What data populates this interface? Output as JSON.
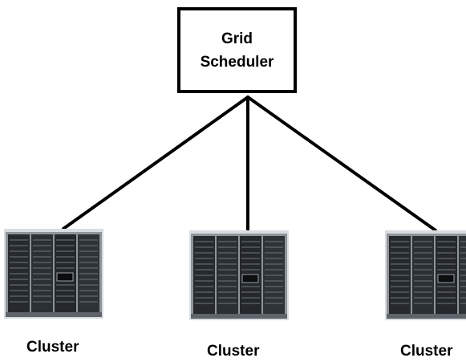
{
  "scheduler": {
    "line1": "Grid",
    "line2": "Scheduler"
  },
  "clusters": [
    {
      "label": "Cluster",
      "icon": "server-rack-icon"
    },
    {
      "label": "Cluster",
      "icon": "server-rack-icon"
    },
    {
      "label": "Cluster",
      "icon": "server-rack-icon"
    }
  ],
  "colors": {
    "line": "#000000",
    "rack_body": "#262a2e",
    "rack_frame": "#8f959b",
    "rack_light": "#d9dde1"
  }
}
